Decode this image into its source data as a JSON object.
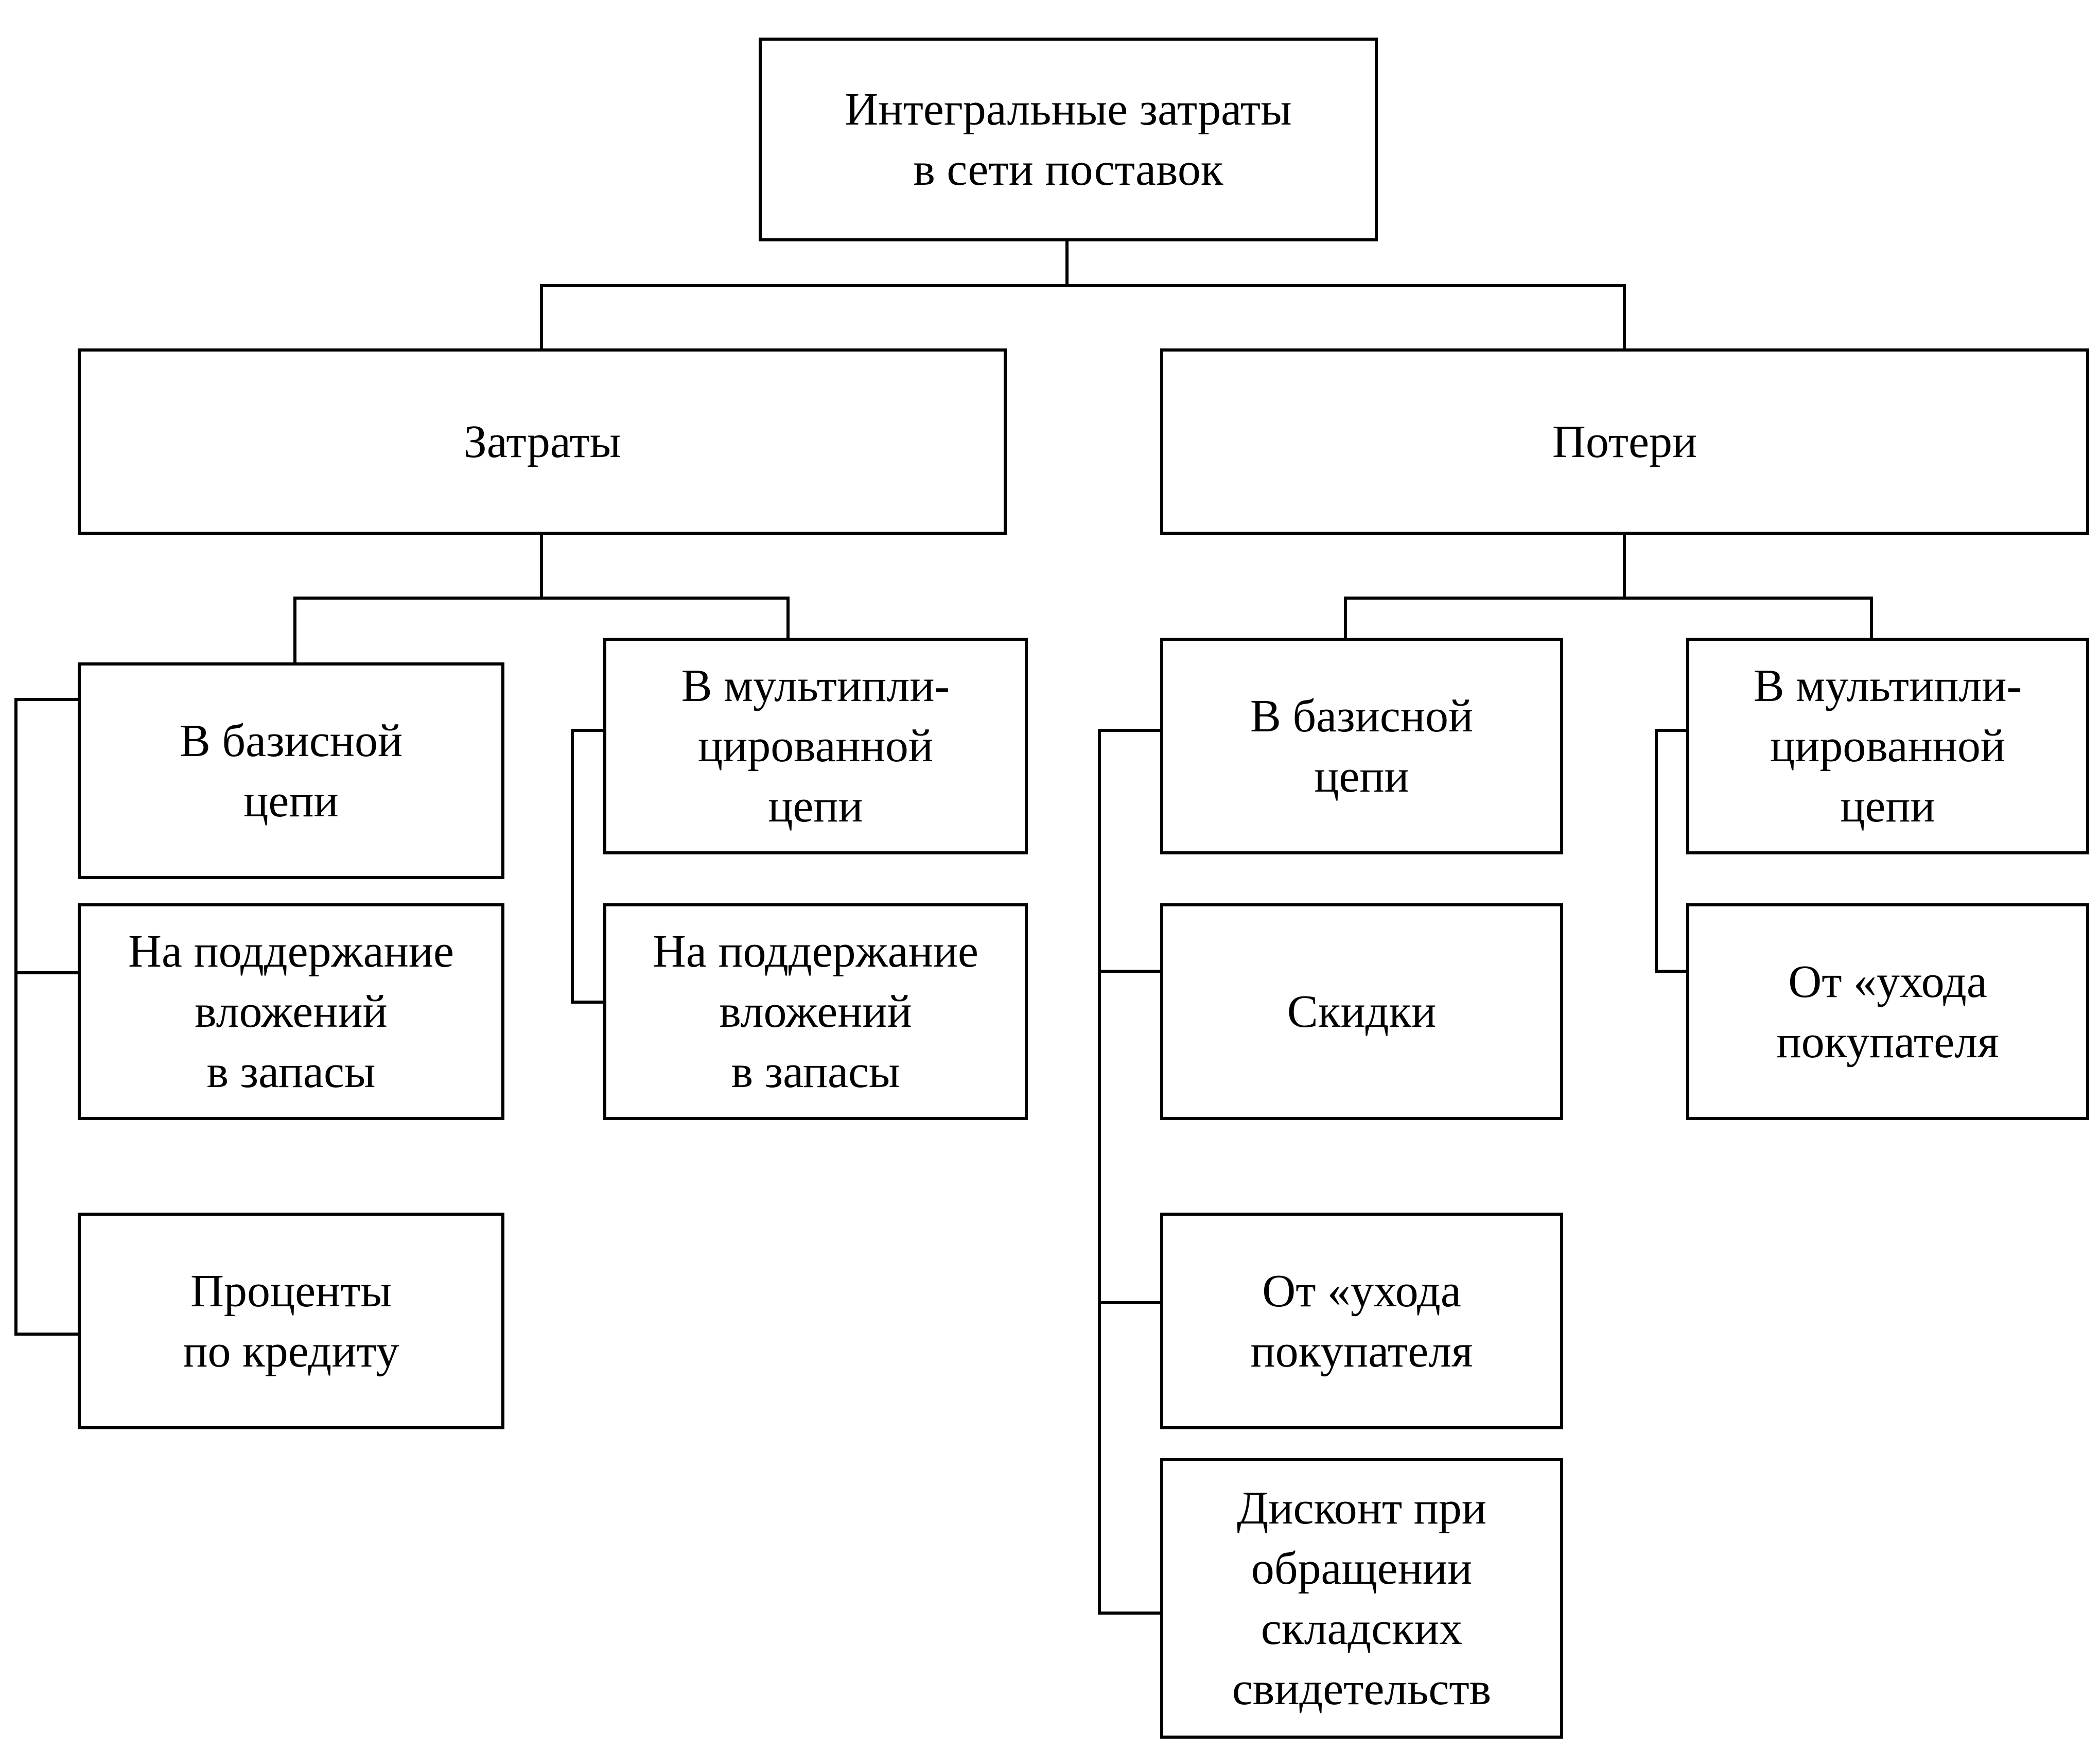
{
  "diagram": {
    "root": "Интегральные затраты\nв сети поставок",
    "costs": {
      "title": "Затраты",
      "basic_chain": "В базисной\nцепи",
      "basic_inventory": "На поддержание\nвложений\nв запасы",
      "basic_interest": "Проценты\nпо кредиту",
      "multi_chain": "В мультипли-\nцированной\nцепи",
      "multi_inventory": "На поддержание\nвложений\nв запасы"
    },
    "losses": {
      "title": "Потери",
      "basic_chain": "В базисной\nцепи",
      "basic_discounts": "Скидки",
      "basic_customer_leave": "От «ухода\nпокупателя",
      "basic_warrant_discount": "Дисконт при\nобращении\nскладских\nсвидетельств",
      "multi_chain": "В мультипли-\nцированной\nцепи",
      "multi_customer_leave": "От «ухода\nпокупателя"
    }
  }
}
